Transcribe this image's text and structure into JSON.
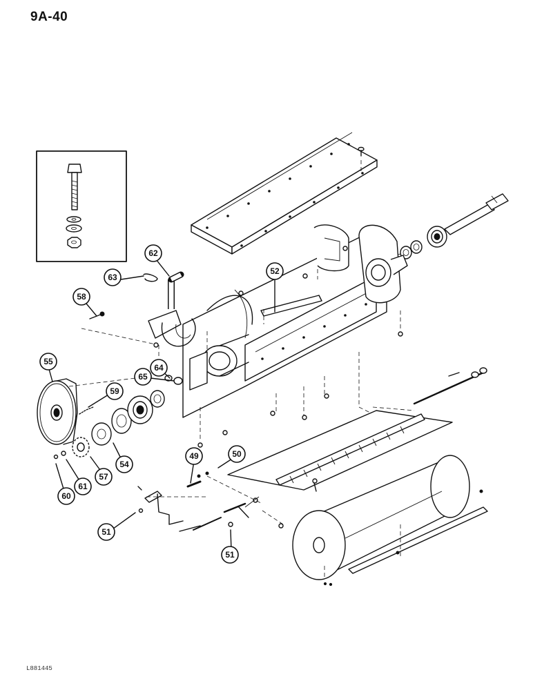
{
  "page": {
    "page_number": "9A-40",
    "figure_code": "L881445"
  },
  "callouts": [
    {
      "id": "c49",
      "label": "49"
    },
    {
      "id": "c50",
      "label": "50"
    },
    {
      "id": "c51a",
      "label": "51"
    },
    {
      "id": "c51b",
      "label": "51"
    },
    {
      "id": "c52",
      "label": "52"
    },
    {
      "id": "c54",
      "label": "54"
    },
    {
      "id": "c55",
      "label": "55"
    },
    {
      "id": "c57",
      "label": "57"
    },
    {
      "id": "c58",
      "label": "58"
    },
    {
      "id": "c59",
      "label": "59"
    },
    {
      "id": "c60",
      "label": "60"
    },
    {
      "id": "c61",
      "label": "61"
    },
    {
      "id": "c62",
      "label": "62"
    },
    {
      "id": "c63",
      "label": "63"
    },
    {
      "id": "c64",
      "label": "64"
    },
    {
      "id": "c65",
      "label": "65"
    }
  ]
}
